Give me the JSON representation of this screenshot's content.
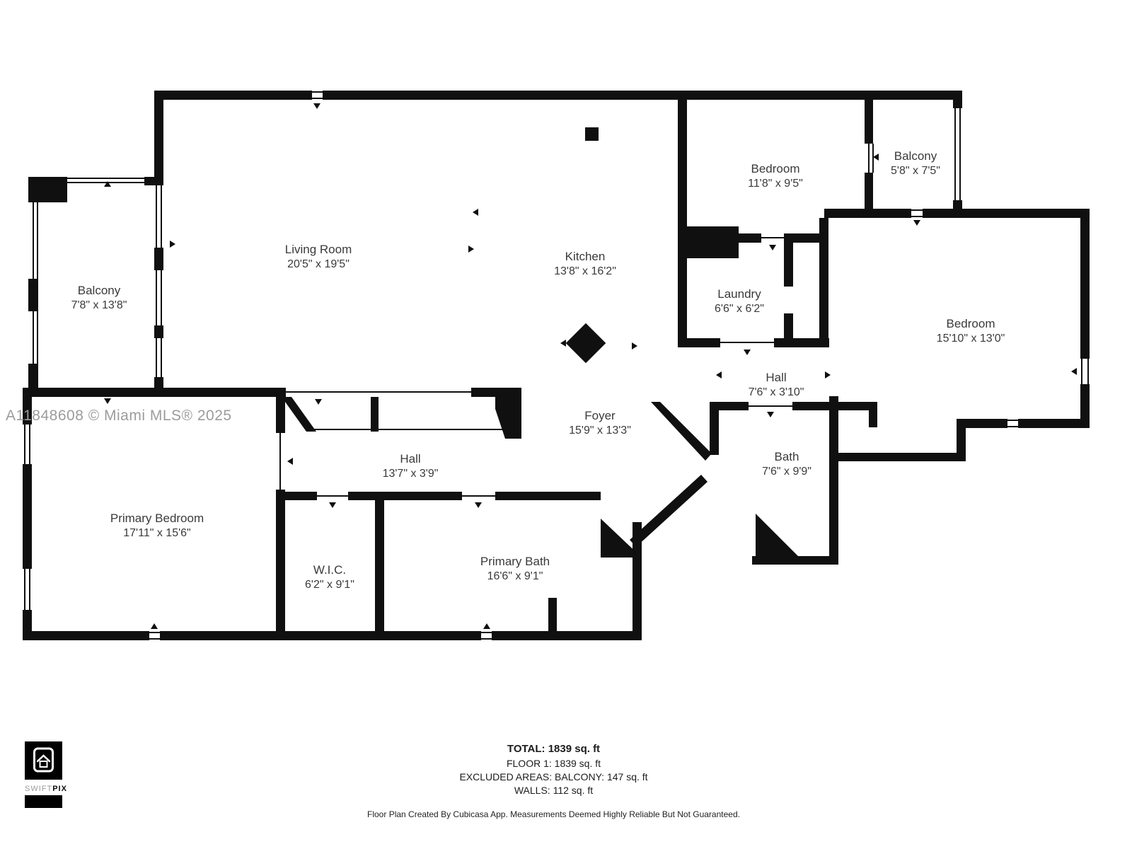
{
  "watermark": "A11848608 © Miami MLS® 2025",
  "rooms": [
    {
      "name": "Living Room",
      "dims": "20'5\" x 19'5\""
    },
    {
      "name": "Kitchen",
      "dims": "13'8\" x 16'2\""
    },
    {
      "name": "Bedroom",
      "dims": "11'8\" x 9'5\""
    },
    {
      "name": "Balcony",
      "dims": "5'8\" x 7'5\""
    },
    {
      "name": "Balcony",
      "dims": "7'8\" x 13'8\""
    },
    {
      "name": "Laundry",
      "dims": "6'6\" x 6'2\""
    },
    {
      "name": "Bedroom",
      "dims": "15'10\" x 13'0\""
    },
    {
      "name": "Hall",
      "dims": "7'6\" x 3'10\""
    },
    {
      "name": "Foyer",
      "dims": "15'9\" x 13'3\""
    },
    {
      "name": "Bath",
      "dims": "7'6\" x 9'9\""
    },
    {
      "name": "Hall",
      "dims": "13'7\" x 3'9\""
    },
    {
      "name": "Primary Bedroom",
      "dims": "17'11\" x 15'6\""
    },
    {
      "name": "W.I.C.",
      "dims": "6'2\" x 9'1\""
    },
    {
      "name": "Primary Bath",
      "dims": "16'6\" x 9'1\""
    }
  ],
  "summary": {
    "total": "TOTAL: 1839 sq. ft",
    "floor": "FLOOR 1: 1839 sq. ft",
    "excluded": "EXCLUDED AREAS: BALCONY: 147 sq. ft",
    "walls": "WALLS: 112 sq. ft",
    "disclaimer": "Floor Plan Created By Cubicasa App. Measurements Deemed Highly Reliable But Not Guaranteed."
  },
  "logo": {
    "brand_left": "SWIFT",
    "brand_right": "PIX"
  }
}
